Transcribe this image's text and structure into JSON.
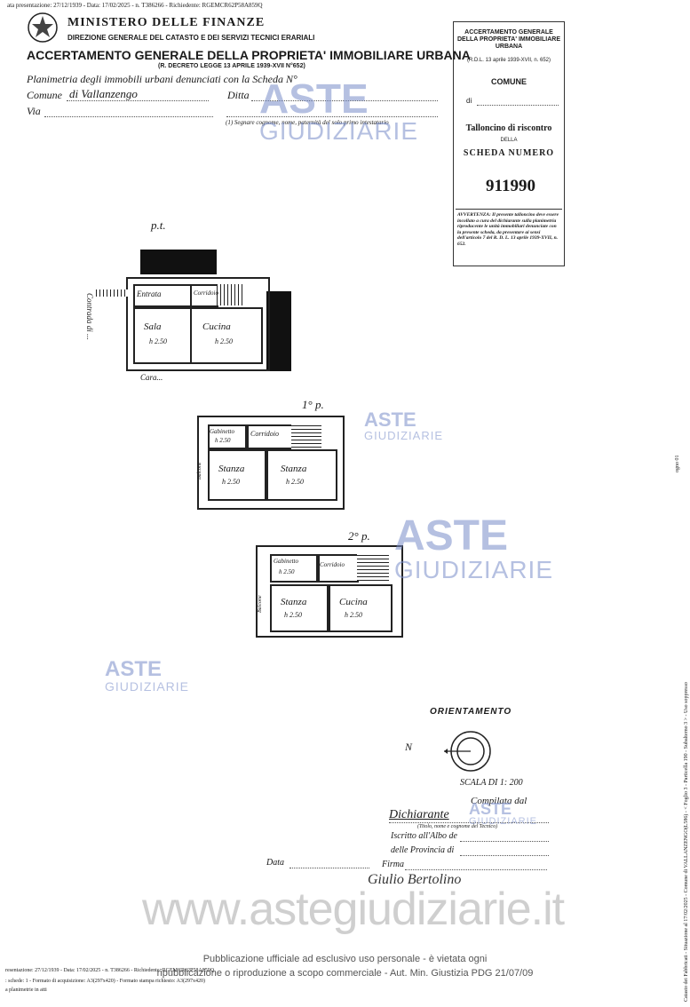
{
  "top_meta": "ata presentazione: 27/12/1939 - Data: 17/02/2025 - n. T386266 - Richiedente: RGEMCR62P58A859Q",
  "header": {
    "ministry": "MINISTERO DELLE FINANZE",
    "direction": "DIREZIONE GENERALE DEL CATASTO E DEI SERVIZI TECNICI ERARIALI",
    "title": "ACCERTAMENTO GENERALE DELLA PROPRIETA' IMMOBILIARE URBANA",
    "decree": "(R. DECRETO LEGGE 13 APRILE 1939-XVII N°652)",
    "planimetry": "Planimetria degli immobili urbani denunciati con la Scheda N°",
    "comune_label": "Comune",
    "comune_value": "di Vallanzengo",
    "ditta_label": "Ditta",
    "via_label": "Via",
    "note": "(1) Segnare cognome, nome, paternità del solo primo intestatario"
  },
  "receipt": {
    "title": "ACCERTAMENTO GENERALE DELLA PROPRIETA' IMMOBILIARE URBANA",
    "decree": "(R.D.L. 13 aprile 1939-XVII, n. 652)",
    "comune": "COMUNE",
    "di": "di",
    "tagliando": "Talloncino di riscontro",
    "della": "DELLA",
    "scheda": "SCHEDA NUMERO",
    "number": "911990",
    "avvertenza": "AVVERTENZA: Il presente talloncino deve essere incollato a cura del dichiarante sulla planimetria riproducente le unità immobiliari denunciate con la presente scheda, da presentare ai sensi dell'articolo 7 del R. D. L. 13 aprile 1939-XVII, n. 652."
  },
  "plans": [
    {
      "floor": "p.t.",
      "street_side": "Contrada di ...",
      "street_bottom": "Cara...",
      "rooms": [
        {
          "name": "Entrata",
          "h": ""
        },
        {
          "name": "Corridoio",
          "h": ""
        },
        {
          "name": "Sala",
          "h": "h 2.50"
        },
        {
          "name": "Cucina",
          "h": "h 2.50"
        }
      ]
    },
    {
      "floor": "1° p.",
      "rooms": [
        {
          "name": "Gabinetto",
          "h": "h 2.50"
        },
        {
          "name": "Corridoio",
          "h": ""
        },
        {
          "name": "Stanza",
          "h": "h 2.50"
        },
        {
          "name": "Stanza",
          "h": "h 2.50"
        }
      ],
      "side_label": "Balcone"
    },
    {
      "floor": "2° p.",
      "rooms": [
        {
          "name": "Gabinetto",
          "h": "h 2.50"
        },
        {
          "name": "Corridoio",
          "h": ""
        },
        {
          "name": "Stanza",
          "h": "h 2.50"
        },
        {
          "name": "Cucina",
          "h": "h 2.50"
        }
      ],
      "side_label": "Balcone"
    }
  ],
  "orientation": {
    "label": "ORIENTAMENTO",
    "north": "N",
    "scale": "SCALA DI 1: 200"
  },
  "compiled": {
    "compilata": "Compilata dal",
    "value": "Dichiarante",
    "caption": "(Titolo, nome e cognome del Tecnico)",
    "albo": "Iscritto all'Albo de",
    "provincia": "delle Provincia di",
    "data": "Data",
    "firma": "Firma",
    "signature": "Giulio Bertolino"
  },
  "watermark": {
    "aste": "ASTE",
    "giudiziarie": "GIUDIZIARIE",
    "url": "www.astegiudiziarie.it"
  },
  "footer": {
    "publication_line1": "Pubblicazione ufficiale ad esclusivo uso personale - è vietata ogni",
    "publication_line2": "ripubblicazione o riproduzione a scopo commerciale - Aut. Min. Giustizia PDG 21/07/09",
    "meta1": "resentazione: 27/12/1939 - Data: 17/02/2025 - n. T386266 - Richiedente: RGEMCR62P58A859Q",
    "meta2": ": schede: 1 - Formato di acquisizione: A3(297x420) - Formato stampa richiesto: A3(297x420)",
    "meta3": "a planimetrie in atti"
  },
  "side_meta": "Catasto dei Fabbricati - Situazione al 17/02/2025 - Comune di VALLANZENGO(L586) - < Foglio 3 - Particella 190 - Subalterno 3 > - Uso soppresso",
  "side_page": "ogno 01"
}
